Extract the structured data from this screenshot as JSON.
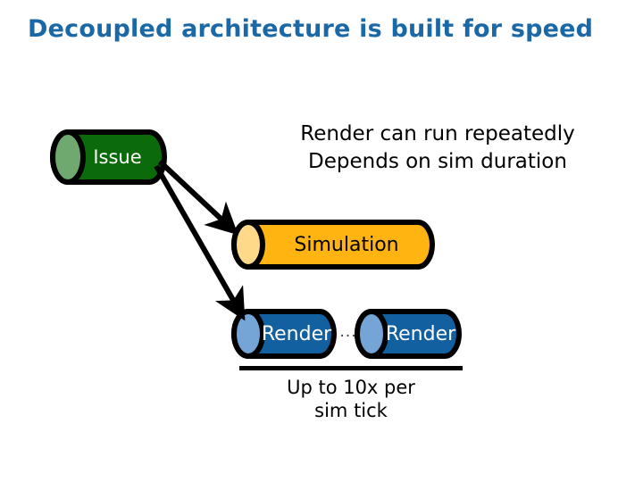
{
  "slide": {
    "title": "Decoupled architecture is built for speed",
    "background_color": "#ffffff",
    "title_color": "#1b68a6"
  },
  "nodes": [
    {
      "id": "issue",
      "label": "Issue",
      "shape": "cylinder",
      "body_color": "#0b6b0b",
      "cap_color": "#6fa96f",
      "outline_color": "#000000",
      "text_color": "#ffffff"
    },
    {
      "id": "simulation",
      "label": "Simulation",
      "shape": "cylinder",
      "body_color": "#ffb412",
      "cap_color": "#ffd98a",
      "outline_color": "#000000",
      "text_color": "#000000"
    },
    {
      "id": "render-1",
      "label": "Render",
      "shape": "cylinder",
      "body_color": "#12609f",
      "cap_color": "#74a5d6",
      "outline_color": "#000000",
      "text_color": "#ffffff"
    },
    {
      "id": "render-2",
      "label": "Render",
      "shape": "cylinder",
      "body_color": "#12609f",
      "cap_color": "#74a5d6",
      "outline_color": "#000000",
      "text_color": "#ffffff"
    }
  ],
  "annotations": {
    "render_note": "Render can run repeatedly\nDepends on sim duration",
    "render_ellipsis": "...",
    "tick_note": "Up to 10x per\nsim tick"
  },
  "connectors": [
    {
      "id": "issue-to-simulation",
      "from": "issue",
      "to": "simulation",
      "style": "arrow",
      "color": "#000000"
    },
    {
      "id": "issue-to-render",
      "from": "issue",
      "to": "render-1",
      "style": "arrow",
      "color": "#000000"
    }
  ]
}
